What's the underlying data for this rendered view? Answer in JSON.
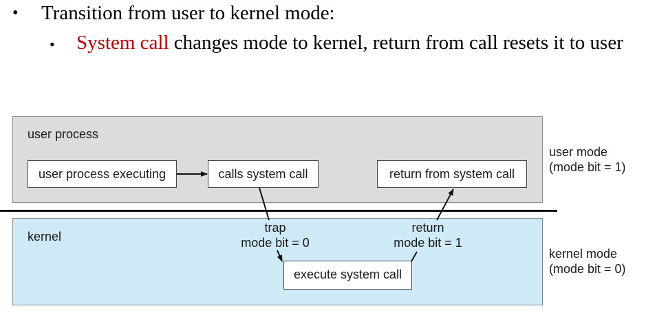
{
  "slide": {
    "bullet1": "Transition from user to kernel mode:",
    "bullet2_highlight": "System call",
    "bullet2_rest": " changes mode to kernel, return from call resets it to user"
  },
  "diagram": {
    "user_region_label": "user process",
    "kernel_region_label": "kernel",
    "box_user_executing": "user process executing",
    "box_calls_system_call": "calls system call",
    "box_return_from_system_call": "return from system call",
    "box_execute_system_call": "execute system call",
    "trap_label": "trap",
    "trap_mode_bit": "mode bit = 0",
    "return_label": "return",
    "return_mode_bit": "mode bit = 1",
    "user_mode_label": "user mode",
    "user_mode_bit": "(mode bit = 1)",
    "kernel_mode_label": "kernel mode",
    "kernel_mode_bit": "(mode bit = 0)"
  },
  "colors": {
    "highlight_red": "#c00000",
    "user_region_fill": "#dcdcdc",
    "kernel_region_fill": "#cdeaf6"
  }
}
